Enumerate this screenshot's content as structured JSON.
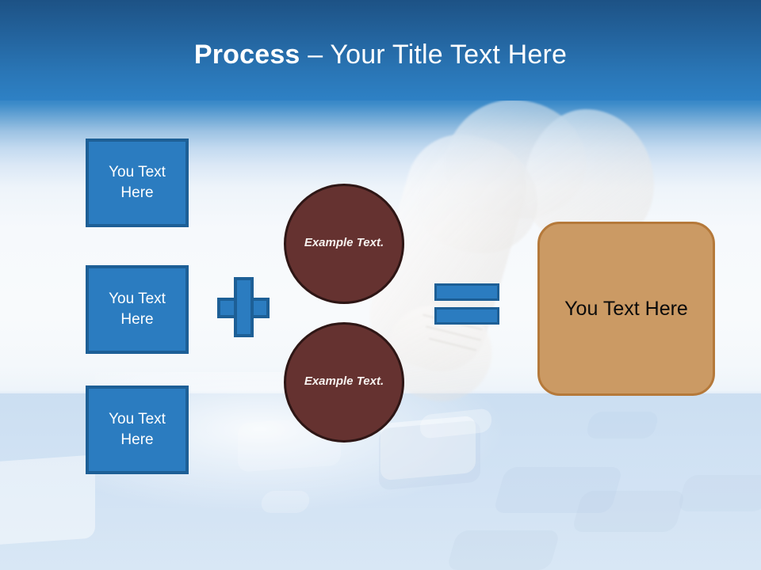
{
  "slide": {
    "title": {
      "strong": "Process",
      "rest": " – Your Title Text Here"
    },
    "theme": {
      "banner_top": "#1d5285",
      "banner_bottom": "#2e81c5",
      "box_fill": "#2b7cc0",
      "box_border": "#1d5f96",
      "circle_fill": "#653230",
      "circle_border": "#2e1615",
      "result_fill": "#cb9a64",
      "result_border": "#b5793a",
      "title_color": "#ffffff",
      "result_text_color": "#0b0b0b"
    },
    "steps": [
      {
        "label": "You Text Here"
      },
      {
        "label": "You Text Here"
      },
      {
        "label": "You Text Here"
      }
    ],
    "operators": {
      "plus": "+",
      "equals": "="
    },
    "circles": [
      {
        "label": "Example Text."
      },
      {
        "label": "Example Text."
      }
    ],
    "result": {
      "label": "You Text Here"
    }
  }
}
